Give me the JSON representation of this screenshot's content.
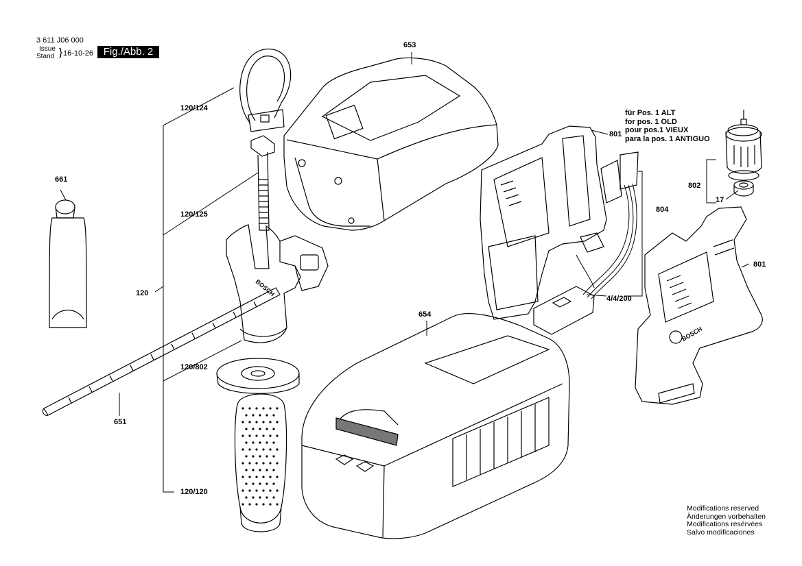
{
  "header": {
    "part_number": "3 611 J06 000",
    "issue_label": "Issue",
    "stand_label": "Stand",
    "date": "16-10-26",
    "figure": "Fig./Abb. 2"
  },
  "callouts": {
    "c653": "653",
    "c661": "661",
    "c120_124": "120/124",
    "c120_125": "120/125",
    "c120": "120",
    "c120_802": "120/802",
    "c120_120": "120/120",
    "c651": "651",
    "c654": "654",
    "c801_top": "801",
    "c802": "802",
    "c17": "17",
    "c804": "804",
    "c801_bottom": "801",
    "c4_4_200": "4/4/200"
  },
  "old_version_note": [
    "für Pos. 1 ALT",
    "for pos. 1 OLD",
    "pour pos.1 VIEUX",
    "para la pos. 1 ANTIGUO"
  ],
  "modifications": [
    "Modifications reserved",
    "Änderungen vorbehalten",
    "Modifications resérvées",
    "Salvo modificaciones"
  ],
  "brand_marks": [
    "BOSCH",
    "BOSCH"
  ]
}
